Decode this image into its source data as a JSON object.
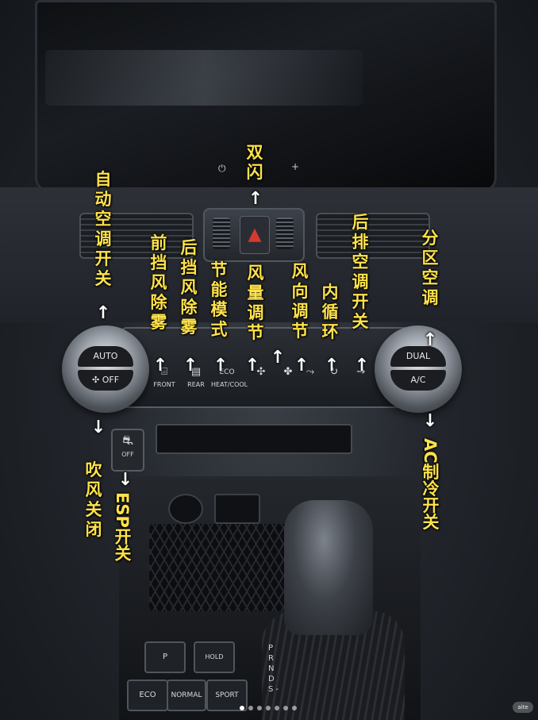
{
  "annotations": {
    "hazard": "双闪",
    "auto_switch": "自动空调开关",
    "front_defrost": "前挡风除雾",
    "rear_defrost": "后挡风除雾",
    "eco_mode": "节能模式",
    "fan_speed": "风量调节",
    "air_direction": "风向调节",
    "recirculation": "内循环",
    "rear_ac": "后排空调开关",
    "dual_zone": "分区空调",
    "fan_off": "吹风关闭",
    "esp_switch": "ESP开关",
    "ac_switch": "AC制冷开关"
  },
  "arrows": {
    "up": "↑",
    "down": "↓"
  },
  "controls": {
    "screen_power_glyph": "⏻",
    "screen_plus": "+",
    "knob_left_top": "AUTO",
    "knob_left_bottom": "OFF",
    "knob_right_top": "DUAL",
    "knob_right_bottom": "A/C",
    "key_front": "FRONT",
    "key_rear": "REAR",
    "key_eco": "ECO",
    "key_eco_sub": "HEAT/COOL",
    "esp_off": "OFF",
    "drive_eco": "ECO",
    "drive_normal": "NORMAL",
    "drive_sport": "SPORT",
    "parking": "P",
    "hold": "HOLD",
    "gear_positions": "P R N D S -"
  },
  "colors": {
    "annotation_text": "#ffe24a",
    "arrow": "#ffffff",
    "hazard_red": "#d63a2f"
  },
  "watermark": "aite"
}
